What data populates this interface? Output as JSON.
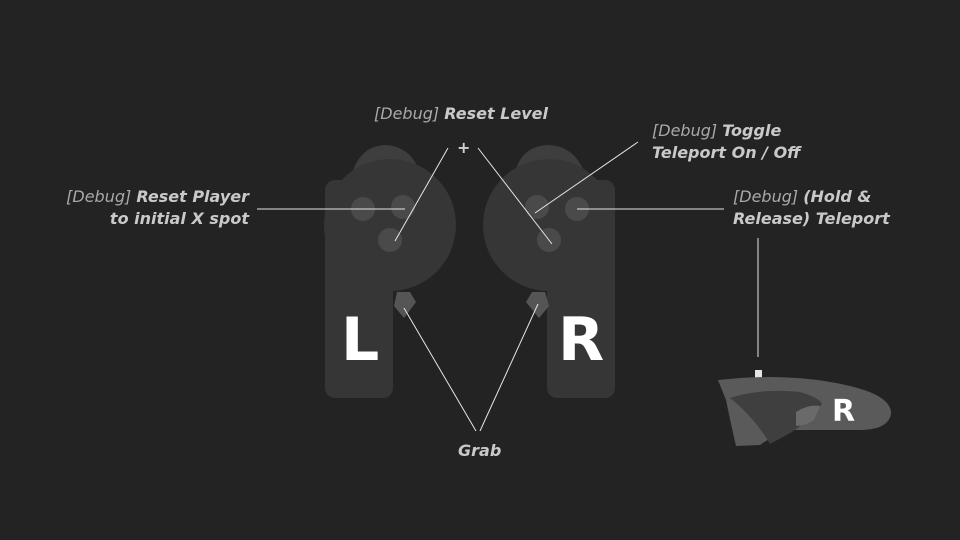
{
  "labels": {
    "reset_level": {
      "tag": "[Debug]",
      "text": "Reset Level"
    },
    "plus_sign": "+",
    "toggle_teleport": {
      "tag": "[Debug]",
      "line1": "Toggle",
      "line2": "Teleport On / Off"
    },
    "reset_player": {
      "tag": "[Debug]",
      "line1": "Reset Player",
      "line2": "to initial X spot"
    },
    "hold_release_teleport": {
      "tag": "[Debug]",
      "line1": "(Hold &",
      "line2": "Release) Teleport"
    },
    "grab": "Grab"
  },
  "controllers": {
    "left_letter": "L",
    "right_letter": "R",
    "side_view_letter": "R"
  },
  "colors": {
    "background": "#232323",
    "controller_body": "#363636",
    "controller_top": "#3e3e3e",
    "button": "#4a4a4a",
    "trigger": "#555555",
    "side_view": "#5a5a5a",
    "leader_line": "#e6e6e6"
  }
}
